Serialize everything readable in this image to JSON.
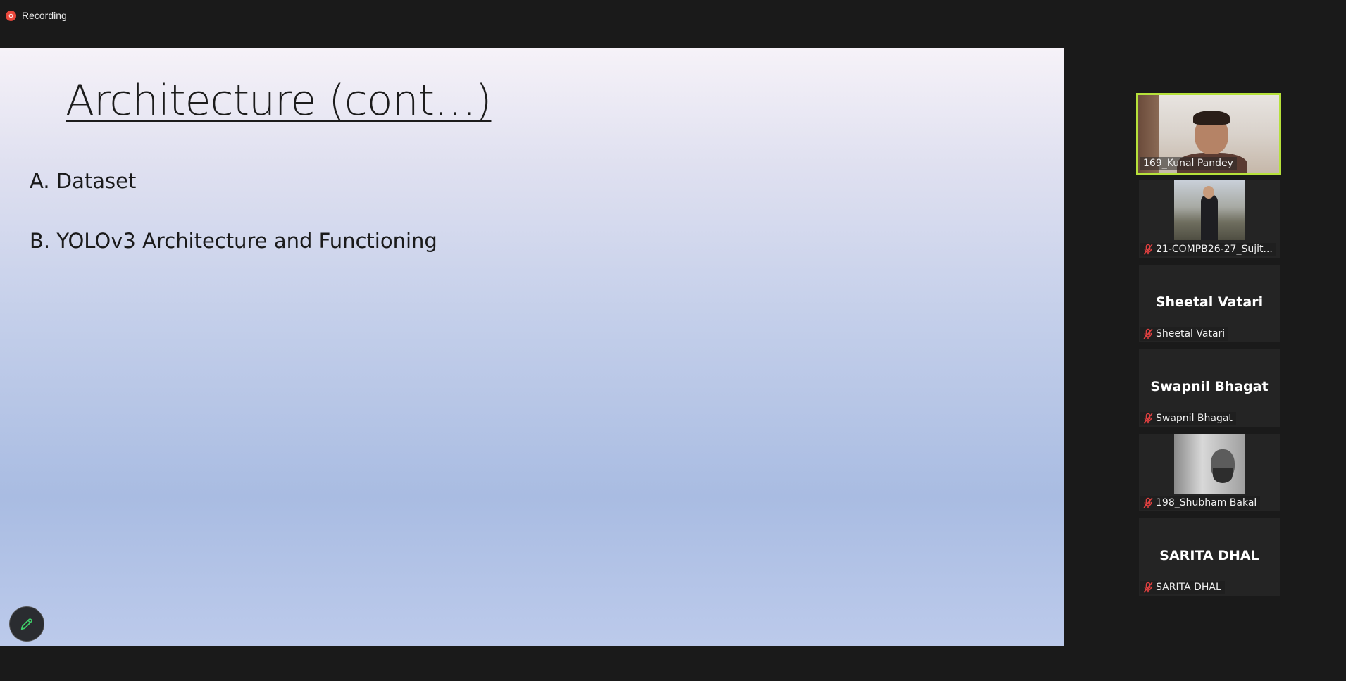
{
  "recording": {
    "label": "Recording"
  },
  "slide": {
    "title": "Architecture (cont…)",
    "items": [
      "A. Dataset",
      "B. YOLOv3 Architecture and Functioning"
    ]
  },
  "participants": [
    {
      "name": "169_Kunal Pandey",
      "muted": false,
      "video": true,
      "active": true
    },
    {
      "name": "21-COMPB26-27_Sujit...",
      "muted": true,
      "video": true,
      "active": false
    },
    {
      "name": "Sheetal Vatari",
      "display": "Sheetal Vatari",
      "muted": true,
      "video": false,
      "active": false
    },
    {
      "name": "Swapnil Bhagat",
      "display": "Swapnil Bhagat",
      "muted": true,
      "video": false,
      "active": false
    },
    {
      "name": "198_Shubham Bakal",
      "muted": true,
      "video": true,
      "active": false
    },
    {
      "name": "SARITA DHAL",
      "display": "SARITA DHAL",
      "muted": true,
      "video": false,
      "active": false
    }
  ],
  "colors": {
    "active_speaker_border": "#b6e13a",
    "recording_dot": "#e8473b",
    "muted_icon": "#e04040"
  },
  "icons": {
    "recording": "recording-icon",
    "annotate": "pencil-icon",
    "muted": "mic-muted-icon"
  }
}
